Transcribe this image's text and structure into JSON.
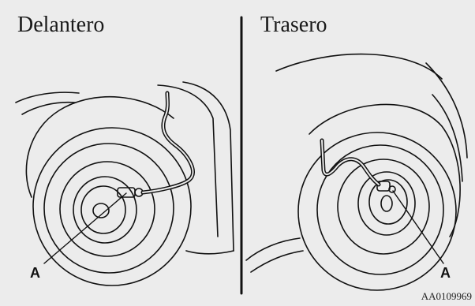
{
  "figure": {
    "left_panel": {
      "title": "Delantero",
      "marker": "A"
    },
    "right_panel": {
      "title": "Trasero",
      "marker": "A"
    },
    "reference_code": "AA0109969"
  },
  "colors": {
    "background": "#ececec",
    "line": "#111111"
  }
}
